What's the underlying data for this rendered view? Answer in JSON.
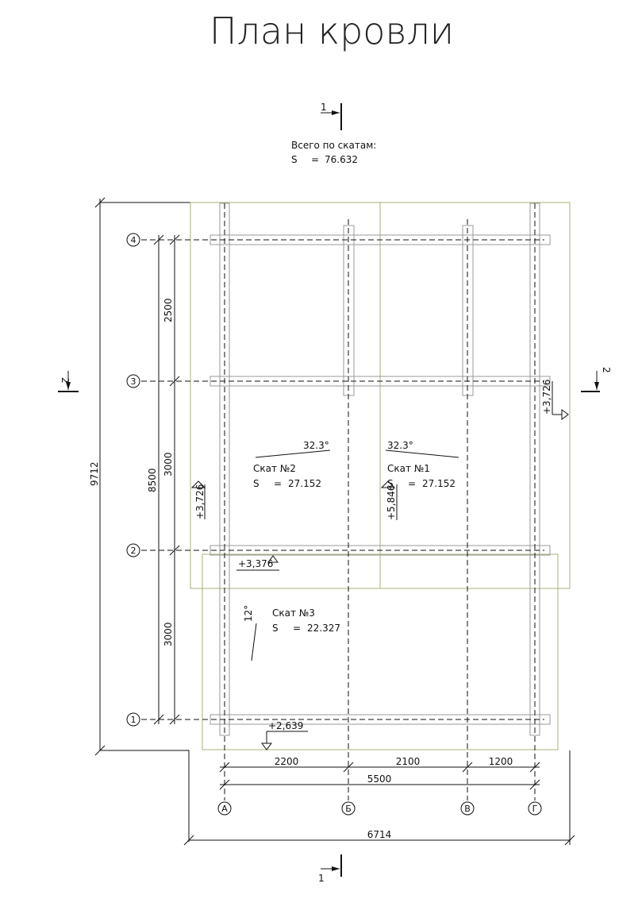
{
  "title": "План кровли",
  "total_block": {
    "label": "Всего по скатам:",
    "area_label": "S",
    "equals": "=",
    "area_value": "76.632"
  },
  "section_marks": {
    "top": "1",
    "bottom": "1",
    "left": "2",
    "right": "2"
  },
  "slopes": [
    {
      "name": "Скат №2",
      "area_label": "S",
      "equals": "=",
      "area_value": "27.152",
      "angle": "32.3°"
    },
    {
      "name": "Скат №1",
      "area_label": "S",
      "equals": "=",
      "area_value": "27.152",
      "angle": "32.3°"
    },
    {
      "name": "Скат №3",
      "area_label": "S",
      "equals": "=",
      "area_value": "22.327",
      "angle": "12°"
    }
  ],
  "row_axes": [
    "4",
    "3",
    "2",
    "1"
  ],
  "col_axes": [
    "А",
    "Б",
    "В",
    "Г"
  ],
  "dimensions": {
    "rows": [
      "2500",
      "3000",
      "3000"
    ],
    "rows_total": "8500",
    "overall_height": "9712",
    "cols": [
      "2200",
      "2100",
      "1200"
    ],
    "cols_total": "5500",
    "overall_width": "6714"
  },
  "elevations": {
    "left_ridge": "+3,726",
    "right_ridge": "+3,726",
    "ridge_center": "+5,846",
    "eave_row2": "+3,376",
    "eave_row1": "+2,639"
  }
}
